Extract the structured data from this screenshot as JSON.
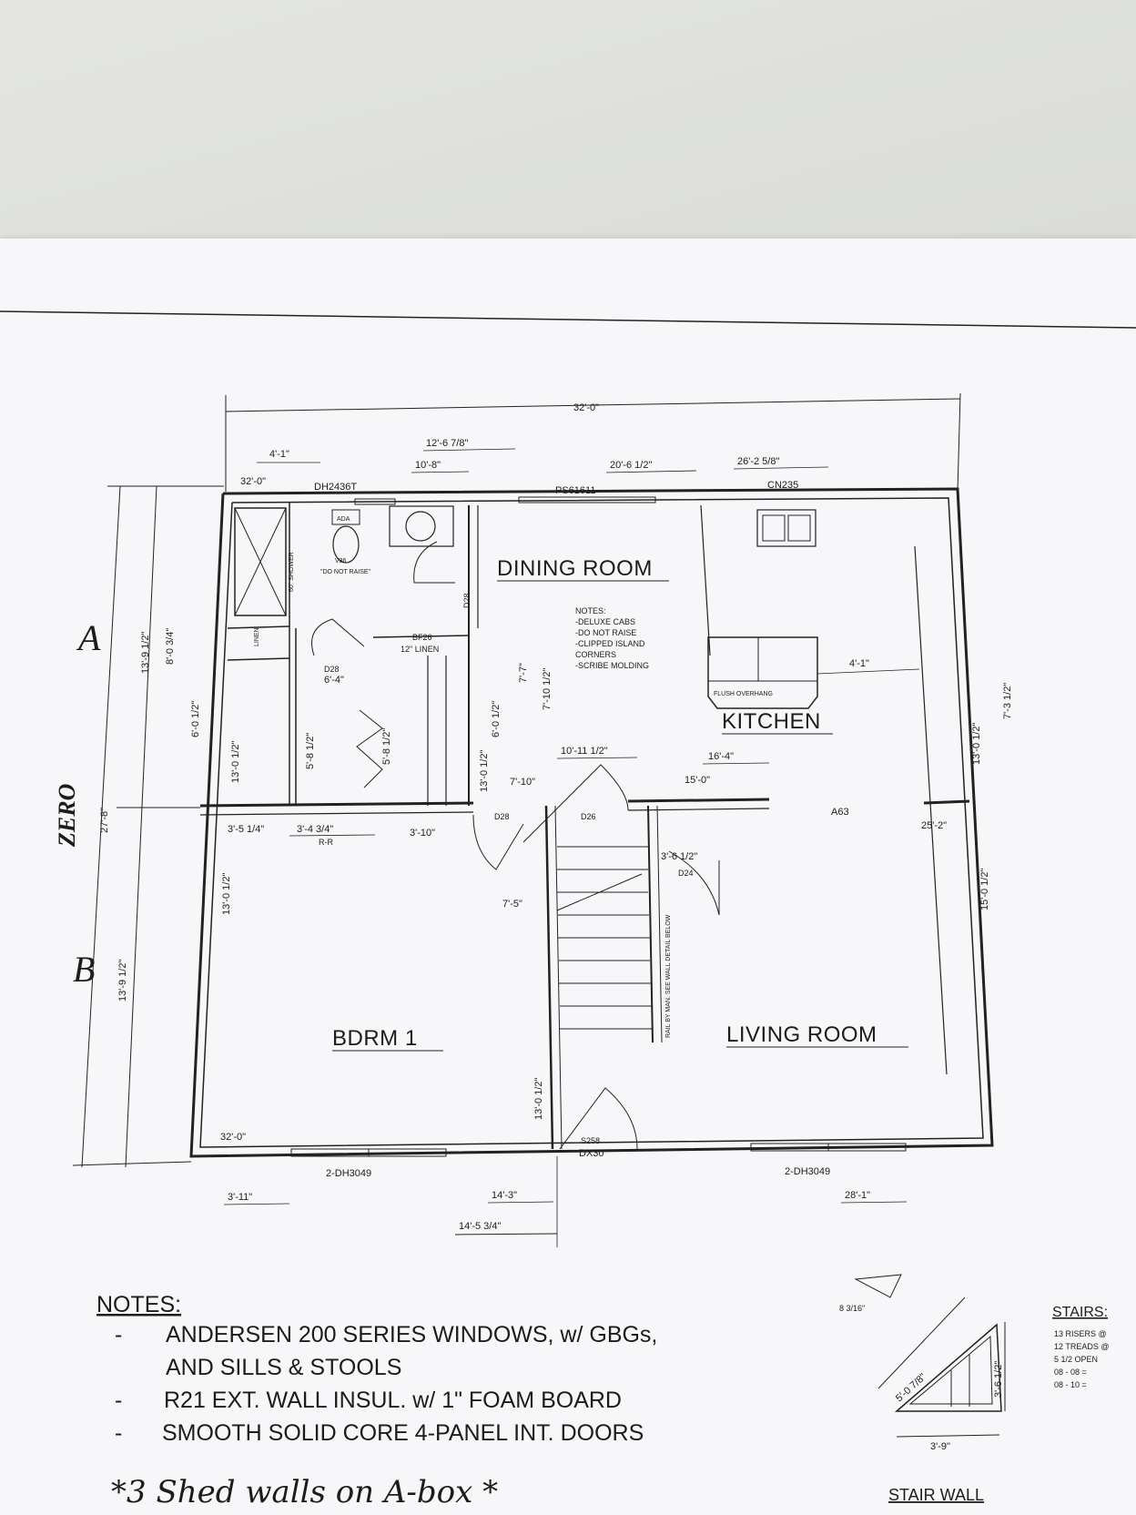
{
  "plan": {
    "rooms": {
      "dining": "DINING ROOM",
      "kitchen": "KITCHEN",
      "bedroom": "BDRM 1",
      "living": "LIVING ROOM"
    },
    "axis_labels": {
      "a": "A",
      "b": "B",
      "zero": "ZERO"
    },
    "dimensions": {
      "overall_top": "32'-0\"",
      "d_4_1": "4'-1\"",
      "d_32_0_left": "32'-0\"",
      "d_12_6": "12'-6 7/8\"",
      "d_10_8": "10'-8\"",
      "d_20_6": "20'-6 1/2\"",
      "d_26_2": "26'-2 5/8\"",
      "d_13_9_top": "13'-9 1/2\"",
      "d_8_0": "8'-0 3/4\"",
      "d_6_0_a": "6'-0 1/2\"",
      "d_27_8": "27'-8\"",
      "d_13_9_bot": "13'-9 1/2\"",
      "d_13_0_a": "13'-0 1/2\"",
      "d_13_0_b": "13'-0 1/2\"",
      "d_13_0_c": "13'-0 1/2\"",
      "d_13_0_d": "13'-0 1/2\"",
      "d_15_0": "15'-0 1/2\"",
      "d_7_3_right": "7'-3 1/2\"",
      "d_7_7": "7'-7\"",
      "d_7_10": "7'-10 1/2\"",
      "d_6_0_b": "6'-0 1/2\"",
      "d_10_11": "10'-11 1/2\"",
      "d_16_4": "16'-4\"",
      "d_15_0_h": "15'-0\"",
      "d_7_10_h": "7'-10\"",
      "d_3_5": "3'-5 1/4\"",
      "d_3_4": "3'-4 3/4\"",
      "d_3_10": "3'-10\"",
      "d_3_6": "3'-6 1/2\"",
      "d_7_5": "7'-5\"",
      "d_4_1_k": "4'-1\"",
      "d_32_0_bottom": "32'-0\"",
      "d_3_11": "3'-11\"",
      "d_14_3": "14'-3\"",
      "d_14_5": "14'-5 3/4\"",
      "d_28_1": "28'-1\"",
      "d_25_2": "25'-2\"",
      "d_5_8_a": "5'-8 1/2\"",
      "d_5_8_b": "5'-8 1/2\"",
      "d_6_4": "6'-4\""
    },
    "tags": {
      "dh2436t": "DH2436T",
      "ps61611": "PS61611",
      "cn235": "CN235",
      "ada": "ADA",
      "v36": "V36",
      "do_not_raise": "\"DO NOT RAISE\"",
      "shower": "60\" SHOWER",
      "linen": "LINEN",
      "linen12": "12\" LINEN",
      "bf26": "BF26",
      "d28_a": "D28",
      "d28_b": "D28",
      "d28_c": "D28",
      "d26": "D26",
      "d24": "D24",
      "a63": "A63",
      "rr": "R-R",
      "two_dh3049_left": "2-DH3049",
      "two_dh3049_right": "2-DH3049",
      "dx30": "DX30",
      "s258": "S258",
      "flush_overhang": "FLUSH OVERHANG",
      "stair_note": "RAIL BY MAN. SEE WALL DETAIL BELOW"
    },
    "kitchen_notes": {
      "title": "NOTES:",
      "lines": [
        "-DELUXE CABS",
        "-DO NOT RAISE",
        "-CLIPPED ISLAND",
        "CORNERS",
        "-SCRIBE MOLDING"
      ]
    }
  },
  "notes": {
    "title": "NOTES:",
    "items": [
      "ANDERSEN 200 SERIES WINDOWS, w/ GBGs,",
      "AND SILLS & STOOLS",
      "R21 EXT. WALL INSUL. w/ 1\" FOAM BOARD",
      "SMOOTH SOLID CORE 4-PANEL INT. DOORS"
    ],
    "dash": "-",
    "handwritten": "*3 Shed walls on A-box *"
  },
  "stair_detail": {
    "title": "STAIR WALL",
    "diag": "5'-0 7/8\"",
    "height": "3'-6 1/2\"",
    "base": "3'-9\"",
    "pitch": "8 3/16\""
  },
  "stairs_spec": {
    "title": "STAIRS:",
    "lines": [
      "13 RISERS @",
      "12 TREADS @",
      "5 1/2 OPEN",
      "08 - 08 =",
      "08 - 10 ="
    ]
  }
}
